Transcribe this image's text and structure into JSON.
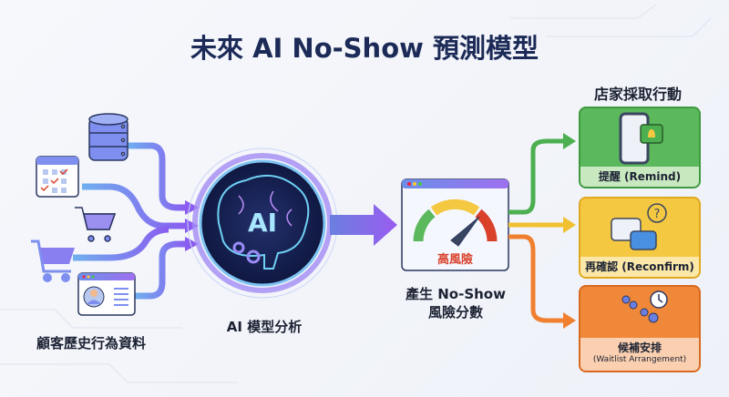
{
  "title": "未來 AI No-Show 預測模型",
  "inputs": {
    "label": "顧客歷史行為資料",
    "icons": [
      "database-icon",
      "calendar-icon",
      "shopping-cart-icon",
      "shopping-cart-icon",
      "customer-profile-icon"
    ]
  },
  "model": {
    "label": "AI 模型分析",
    "badge": "AI"
  },
  "score": {
    "gauge_label": "高風險",
    "label_line1": "產生 No-Show",
    "label_line2": "風險分數"
  },
  "actions": {
    "header": "店家採取行動",
    "items": [
      {
        "label": "提醒 (Remind)",
        "color": "#5cb85c",
        "icon": "phone-bell-icon"
      },
      {
        "label": "再確認 (Reconfirm)",
        "color": "#f5c842",
        "icon": "chat-question-icon"
      },
      {
        "label": "候補安排",
        "sublabel": "(Waitlist Arrangement)",
        "color": "#f0883a",
        "icon": "waitlist-people-clock-icon"
      }
    ]
  },
  "colors": {
    "title": "#1c2a57",
    "flow": "#6b7fe0",
    "accent_purple": "#8a5cf0",
    "high_risk": "#d9412b"
  }
}
